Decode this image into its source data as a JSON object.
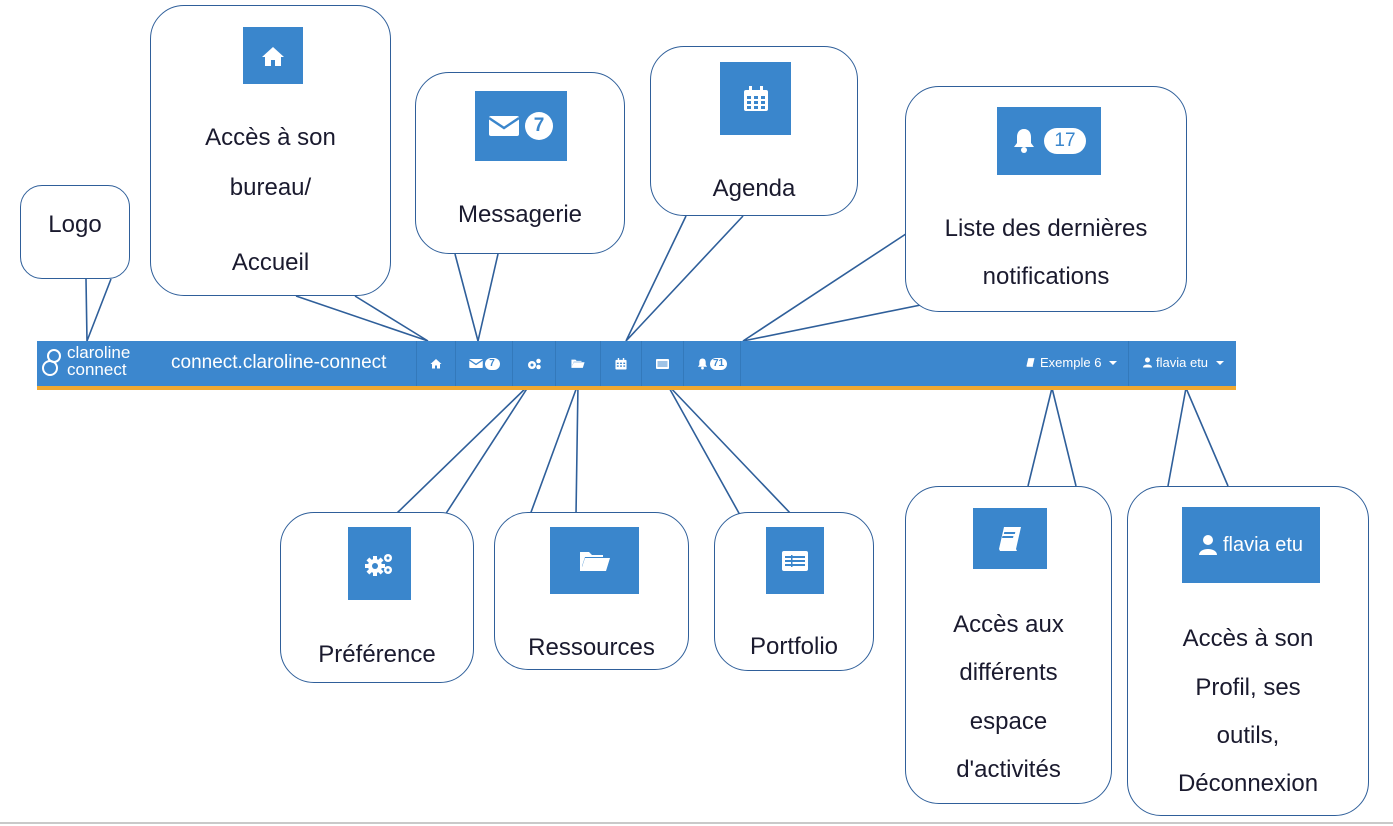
{
  "navbar": {
    "logo_line1": "claroline",
    "logo_line2": "connect",
    "site_title": "connect.claroline-connect",
    "messages_count": "7",
    "notifications_count": "71",
    "workspace_label": "Exemple 6",
    "user_label": "flavia etu"
  },
  "callouts": {
    "logo": "Logo",
    "home_line1": "Accès à son",
    "home_line2": "bureau/",
    "home_line3": "Accueil",
    "messages": "Messagerie",
    "messages_badge": "7",
    "agenda": "Agenda",
    "notifications_line1": "Liste des dernières",
    "notifications_line2": "notifications",
    "notifications_badge": "17",
    "preferences": "Préférence",
    "resources": "Ressources",
    "portfolio": "Portfolio",
    "workspaces_line1": "Accès aux",
    "workspaces_line2": "différents",
    "workspaces_line3": "espace",
    "workspaces_line4": "d'activités",
    "profile_button": "flavia etu",
    "profile_line1": "Accès à son",
    "profile_line2": "Profil, ses",
    "profile_line3": "outils,",
    "profile_line4": "Déconnexion"
  },
  "colors": {
    "navbar": "#3c87ce",
    "navbar_accent": "#f0a830",
    "icon_box": "#3a86cc",
    "outline": "#2f5f9a"
  },
  "icons": [
    "home-icon",
    "envelope-icon",
    "gears-icon",
    "folder-icon",
    "calendar-icon",
    "portfolio-icon",
    "bell-icon",
    "book-icon",
    "user-icon"
  ]
}
